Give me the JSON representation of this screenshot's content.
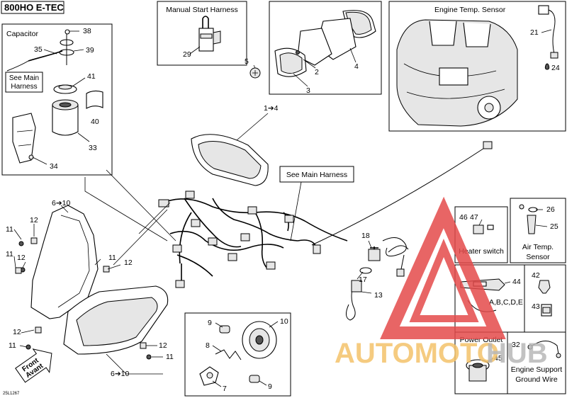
{
  "header": {
    "model": "800HO E-TEC",
    "catalog_code": "25L1267"
  },
  "boxes": {
    "capacitor": {
      "title": "Capacitor",
      "see_main_harness": [
        "See Main",
        "Harness"
      ]
    },
    "manual_start": {
      "title": "Manual Start Harness"
    },
    "engine_temp": {
      "title": "Engine Temp. Sensor"
    },
    "main_harness": {
      "title": "See Main Harness"
    },
    "heater": {
      "title": "Heater switch"
    },
    "air_temp": {
      "title": [
        "Air Temp.",
        "Sensor"
      ]
    },
    "power_outlet": {
      "title": "Power Outlet"
    },
    "ground_wire": {
      "title": [
        "Engine Support",
        "Ground Wire"
      ]
    }
  },
  "front_arrow": [
    "Front",
    "Avant"
  ],
  "callouts": {
    "c38": "38",
    "c39": "39",
    "c35": "35",
    "c41": "41",
    "c40": "40",
    "c33": "33",
    "c34": "34",
    "c29": "29",
    "c5": "5",
    "c2": "2",
    "c3": "3",
    "c4": "4",
    "c1to4": "1➔4",
    "c21": "21",
    "c24": "24",
    "c6to10_top": "6➔10",
    "c12_a": "12",
    "c11_a": "11",
    "c11_b": "11",
    "c12_b": "12",
    "c11_c": "11",
    "c12_c": "12",
    "c12_d": "12",
    "c11_d": "11",
    "c12_e": "12",
    "c11_e": "11",
    "c6to10_bot": "6➔10",
    "c18": "18",
    "c17": "17",
    "c13": "13",
    "c9_a": "9",
    "c10": "10",
    "c8": "8",
    "c7": "7",
    "c9_b": "9",
    "c46": "46",
    "c47": "47",
    "c26": "26",
    "c25": "25",
    "c44": "44",
    "c42": "42",
    "c43": "43",
    "cABCDE": "A,B,C,D,E",
    "c45": "45",
    "c32": "32"
  },
  "watermark": {
    "text_auto": "AUTOMOTO",
    "text_hub": "HUB",
    "color_auto": "#f4c36a",
    "color_hub": "#b8b8b8",
    "color_logo": "#e54b4b"
  }
}
